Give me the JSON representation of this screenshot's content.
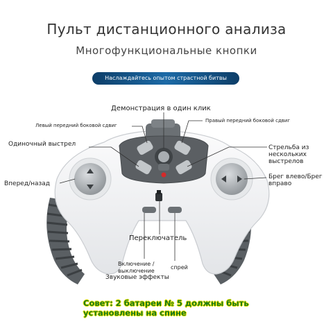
{
  "header": {
    "title": "Пульт дистанционного анализа",
    "subtitle": "Многофункциональные кнопки",
    "banner": "Наслаждайтесь опытом страстной битвы"
  },
  "labels": {
    "demo": "Демонстрация в один клик",
    "left_shift": "Левый передний боковой сдвиг",
    "right_shift": "Правый передний боковой сдвиг",
    "single_shot": "Одиночный выстрел",
    "multi_shot": "Стрельба из нескольких выстрелов",
    "forward_back": "Вперед/назад",
    "strafe": "Брег влево/Брег вправо",
    "switch": "Переключатель",
    "power": "Включение /выключение",
    "spray": "спрей",
    "sound": "Звуковые эффекты"
  },
  "tip": "Совет: 2 батареи № 5 должны быть установлены на спине",
  "colors": {
    "banner_start": "#0d3e68",
    "banner_mid": "#1c6aa6",
    "tip_text": "#1a7a1a",
    "tip_outline": "#f2e600",
    "body_white": "#f4f5f7",
    "panel_gray": "#5b5f63",
    "tread_gray": "#555a5e"
  }
}
